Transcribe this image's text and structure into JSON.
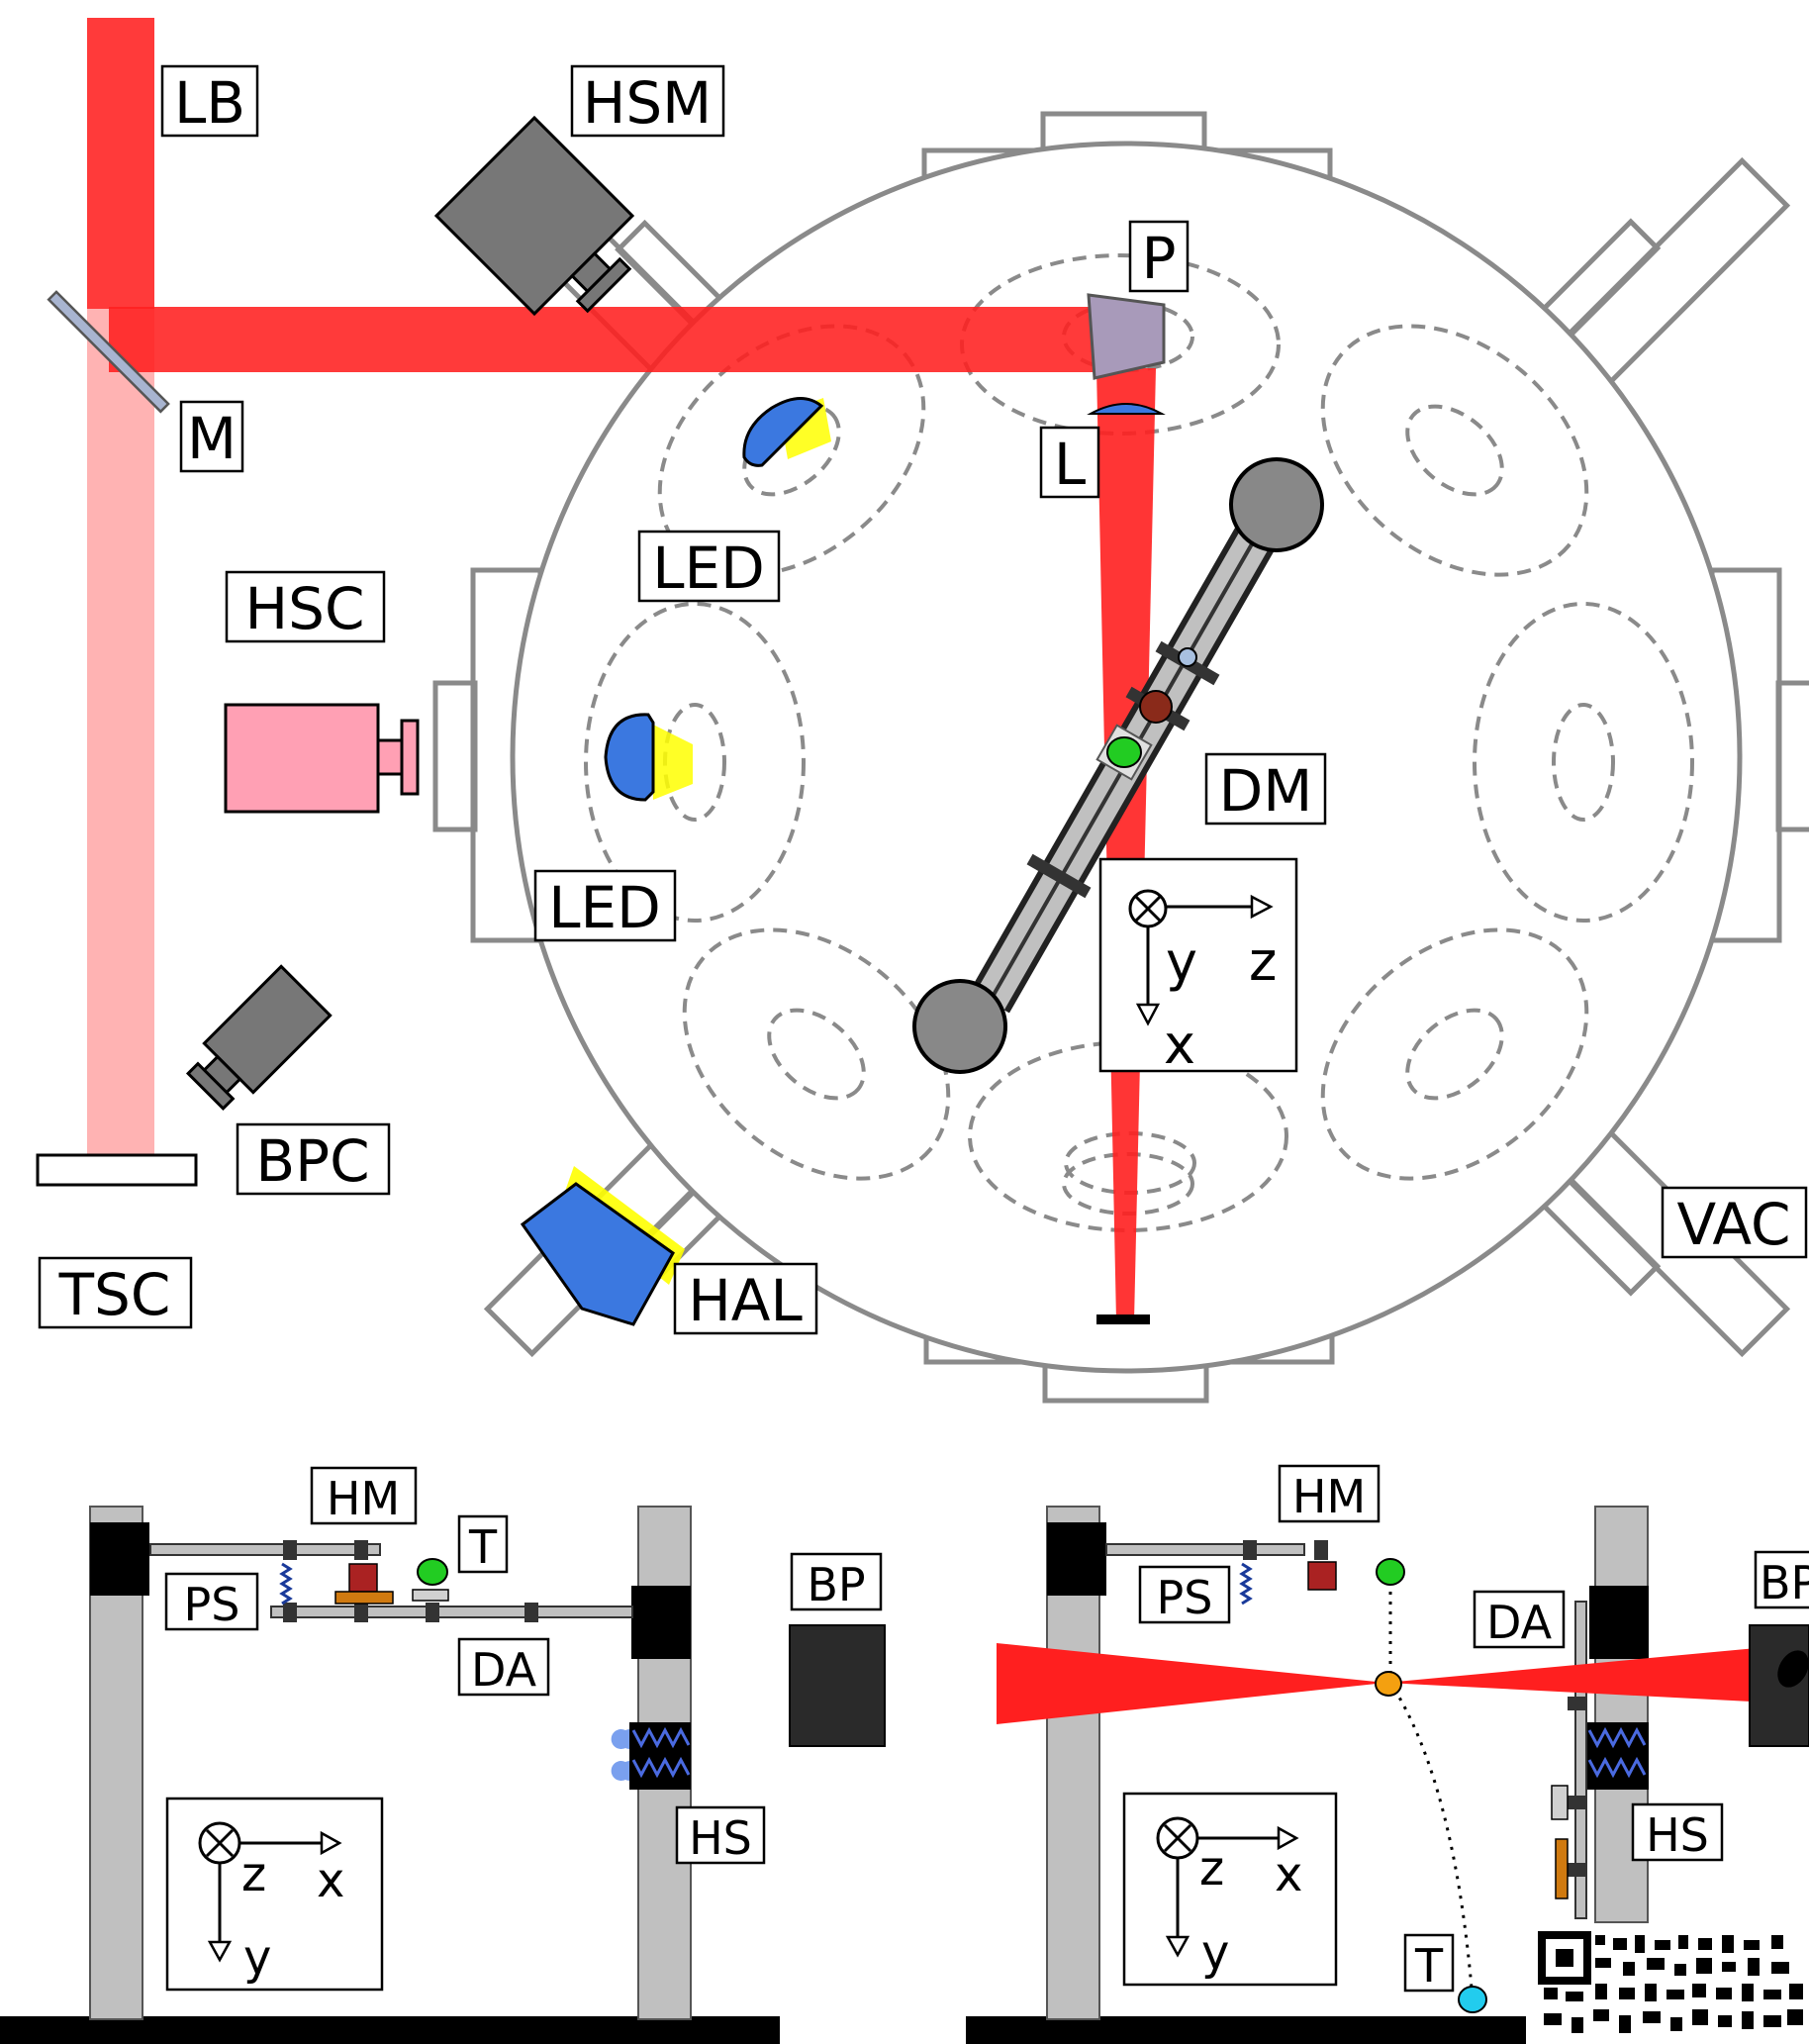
{
  "labels": {
    "LB": "LB",
    "HSM": "HSM",
    "M": "M",
    "P": "P",
    "L": "L",
    "HSC": "HSC",
    "LED_top": "LED",
    "LED_bottom": "LED",
    "DM": "DM",
    "BPC": "BPC",
    "TSC": "TSC",
    "HAL": "HAL",
    "VAC": "VAC"
  },
  "axes_top": {
    "y": "y",
    "z": "z",
    "x": "x"
  },
  "left_panel": {
    "HM": "HM",
    "T": "T",
    "PS": "PS",
    "DA": "DA",
    "BP": "BP",
    "HS": "HS",
    "axes": {
      "z": "z",
      "x": "x",
      "y": "y"
    }
  },
  "right_panel": {
    "HM": "HM",
    "PS": "PS",
    "DA": "DA",
    "BP": "BP",
    "HS": "HS",
    "T": "T",
    "axes": {
      "z": "z",
      "x": "x",
      "y": "y"
    }
  },
  "colors": {
    "laser": "#ff1f1f",
    "laser_faint": "#ffb3b3",
    "chamber": "#8a8a8a",
    "camera": "#777777",
    "hsc_camera": "#ffa0b4",
    "led": "#3b78e0",
    "glow": "#ffff00",
    "rail": "#c0c0c0"
  }
}
